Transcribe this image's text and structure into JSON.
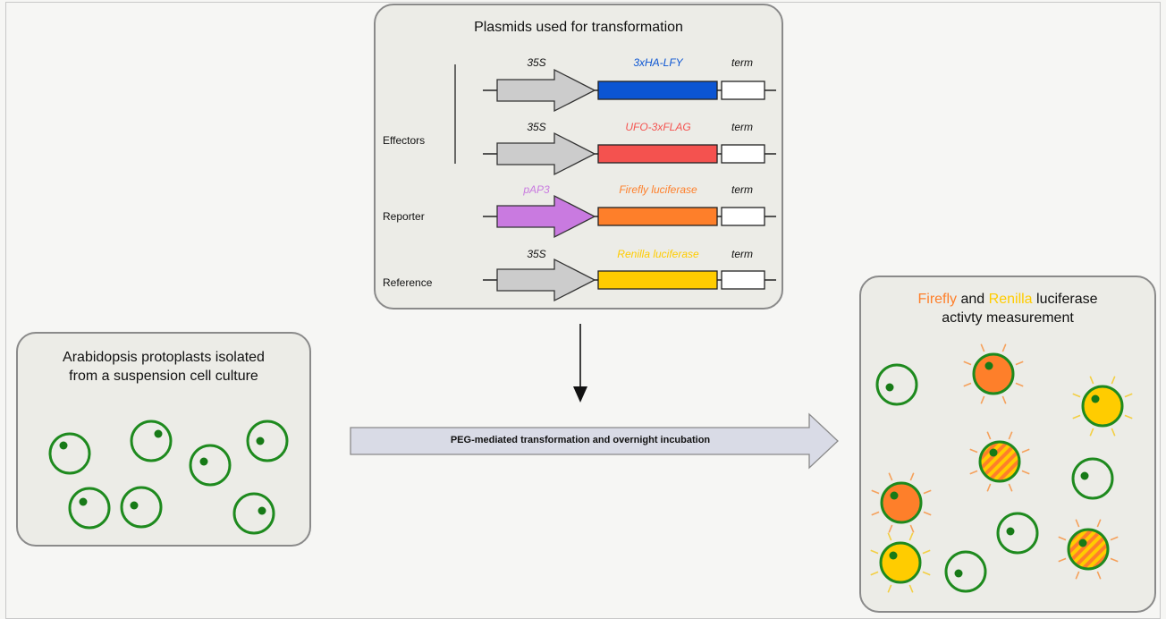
{
  "plasmids": {
    "title": "Plasmids used for transformation",
    "group_labels": {
      "effectors": "Effectors",
      "reporter": "Reporter",
      "reference": "Reference"
    },
    "constructs": [
      {
        "promoter": "35S",
        "promoter_color": "#cccccc",
        "gene": "3xHA-LFY",
        "gene_color": "#0b55d3",
        "terminator": "term"
      },
      {
        "promoter": "35S",
        "promoter_color": "#cccccc",
        "gene": "UFO-3xFLAG",
        "gene_color": "#f4524f",
        "terminator": "term"
      },
      {
        "promoter": "pAP3",
        "promoter_color": "#c97ae0",
        "gene": "Firefly luciferase",
        "gene_color": "#fe7f2a",
        "terminator": "term"
      },
      {
        "promoter": "35S",
        "promoter_color": "#cccccc",
        "gene": "Renilla luciferase",
        "gene_color": "#ffcc00",
        "terminator": "term"
      }
    ]
  },
  "protoplasts": {
    "title_line1": "Arabidopsis protoplasts isolated",
    "title_line2": "from a suspension cell culture"
  },
  "transformation": {
    "label": "PEG-mediated transformation and overnight incubation"
  },
  "measurement": {
    "firefly_word": "Firefly",
    "and_word": " and ",
    "renilla_word": "Renilla",
    "title_rest": " luciferase",
    "title_line2": "activty measurement"
  },
  "colors": {
    "cell_outline": "#1e8a1e",
    "nucleus": "#177a17",
    "firefly": "#fe7f2a",
    "renilla": "#ffcc00",
    "rays_firefly": "#f5a15c",
    "rays_renilla": "#f3cf44"
  }
}
